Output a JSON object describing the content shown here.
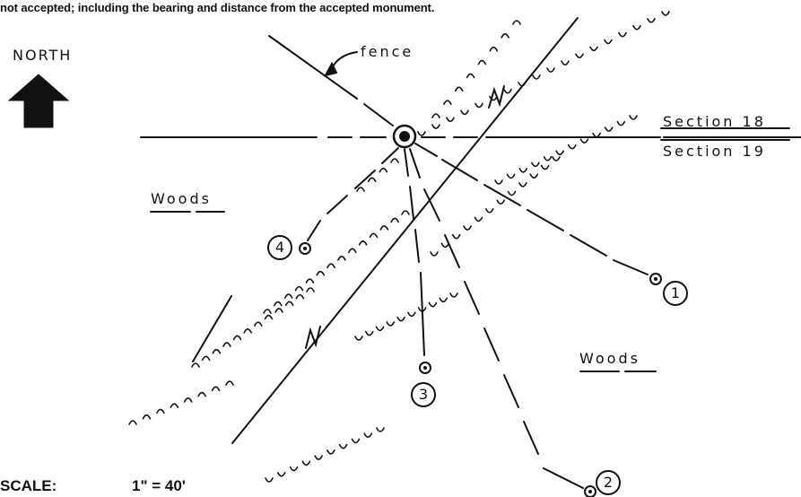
{
  "header_note": "not accepted; including the bearing and distance from the accepted monument.",
  "north": {
    "label": "NORTH",
    "arrow_icon": "north-arrow-icon"
  },
  "fence_label": "fence",
  "section_upper": "Section 18",
  "section_lower": "Section 19",
  "woods_left": "Woods",
  "woods_right": "Woods",
  "scale": {
    "caption": "SCALE:",
    "value": "1\" = 40'"
  },
  "monuments": [
    {
      "id": "1",
      "label": "1"
    },
    {
      "id": "2",
      "label": "2"
    },
    {
      "id": "3",
      "label": "3"
    },
    {
      "id": "4",
      "label": "4"
    }
  ],
  "colors": {
    "ink": "#111111",
    "paper": "#ffffff"
  }
}
